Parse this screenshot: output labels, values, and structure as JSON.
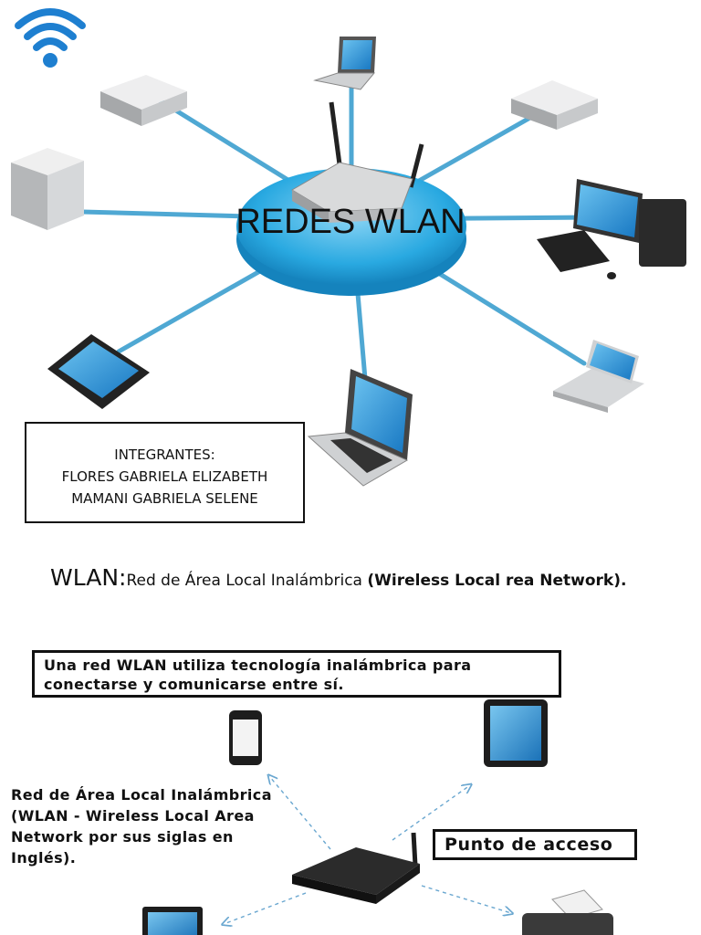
{
  "cover": {
    "title": "REDES WLAN",
    "members": {
      "heading": "INTEGRANTES:",
      "names": [
        "FLORES GABRIELA ELIZABETH",
        "MAMANI GABRIELA SELENE"
      ]
    }
  },
  "definition": {
    "term": "WLAN:",
    "text": "Red de Área Local Inalámbrica ",
    "bold": "(Wireless Local rea Network)."
  },
  "diagram": {
    "note": "Una red WLAN utiliza tecnología inalámbrica para conectarse y comunicarse entre sí.",
    "side_text": "Red de Área Local Inalámbrica (WLAN - Wireless Local Area Network por sus siglas en Inglés).",
    "access_point_label": "Punto de acceso"
  },
  "icons": [
    "wifi-icon",
    "router-icon",
    "desktop-icon",
    "laptop-icon",
    "tablet-icon",
    "smartphone-icon",
    "printer-icon",
    "server-icon",
    "switch-icon"
  ],
  "colors": {
    "hub": "#29a9e1",
    "screen": "#1f8fd6",
    "cable": "#4fa8d3",
    "device_gray": "#c8cacc",
    "dark": "#1b1b1b"
  }
}
